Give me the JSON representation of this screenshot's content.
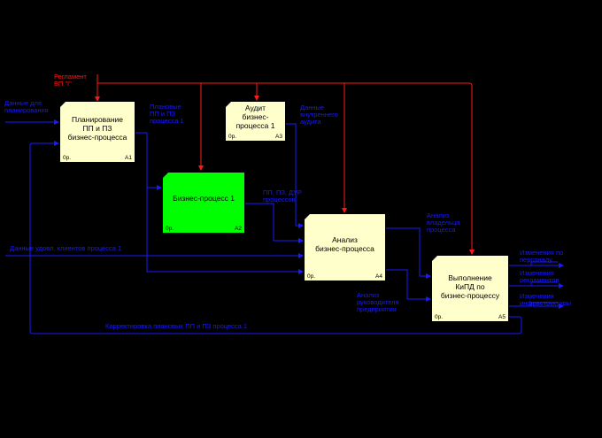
{
  "colors": {
    "background": "#000000",
    "box_fill": "#ffffcc",
    "highlight_fill": "#00ff00",
    "arrow_blue": "#1a1aff",
    "arrow_red": "#ff1a1a"
  },
  "boxes": {
    "a1": {
      "title": "Планирование\nПП и ПЗ\nбизнес-процесса",
      "cost": "0р.",
      "code": "A1"
    },
    "a2": {
      "title": "Бизнес-процесс 1",
      "cost": "0р.",
      "code": "A2"
    },
    "a3": {
      "title": "Аудит\nбизнес-\nпроцесса 1",
      "cost": "0р.",
      "code": "A3"
    },
    "a4": {
      "title": "Анализ\nбизнес-процесса",
      "cost": "0р.",
      "code": "A4"
    },
    "a5": {
      "title": "Выполнение\nКиПД по\nбизнес-процессу",
      "cost": "0р.",
      "code": "A5"
    }
  },
  "labels": {
    "reglament": "Регламент\nБП \"I\"",
    "planning_data": "Данные для\nпланирования",
    "planned_pp": "Плановые\nПП и ПЗ\nпроцесса 1",
    "internal_audit": "Данные\nвнутреннего\nаудита",
    "pp_pz_dus": "ПП, ПЗ, ДУР\nпроцессов",
    "owner_analysis": "Анализ\nвладельца\nпроцесса",
    "satisfaction_data": "Данные удовл. клиентов процесса 1",
    "leaders_analysis": "Анализ\nруководителя\nпредприятия",
    "changes_personnel": "Изменения по\nперсоналу",
    "changes_regulations": "Изменения\nрегламентов",
    "changes_infra": "Изменения\nинфраструктуры",
    "correction": "Корректировка плановых ПП и ПЗ процесса 1"
  }
}
